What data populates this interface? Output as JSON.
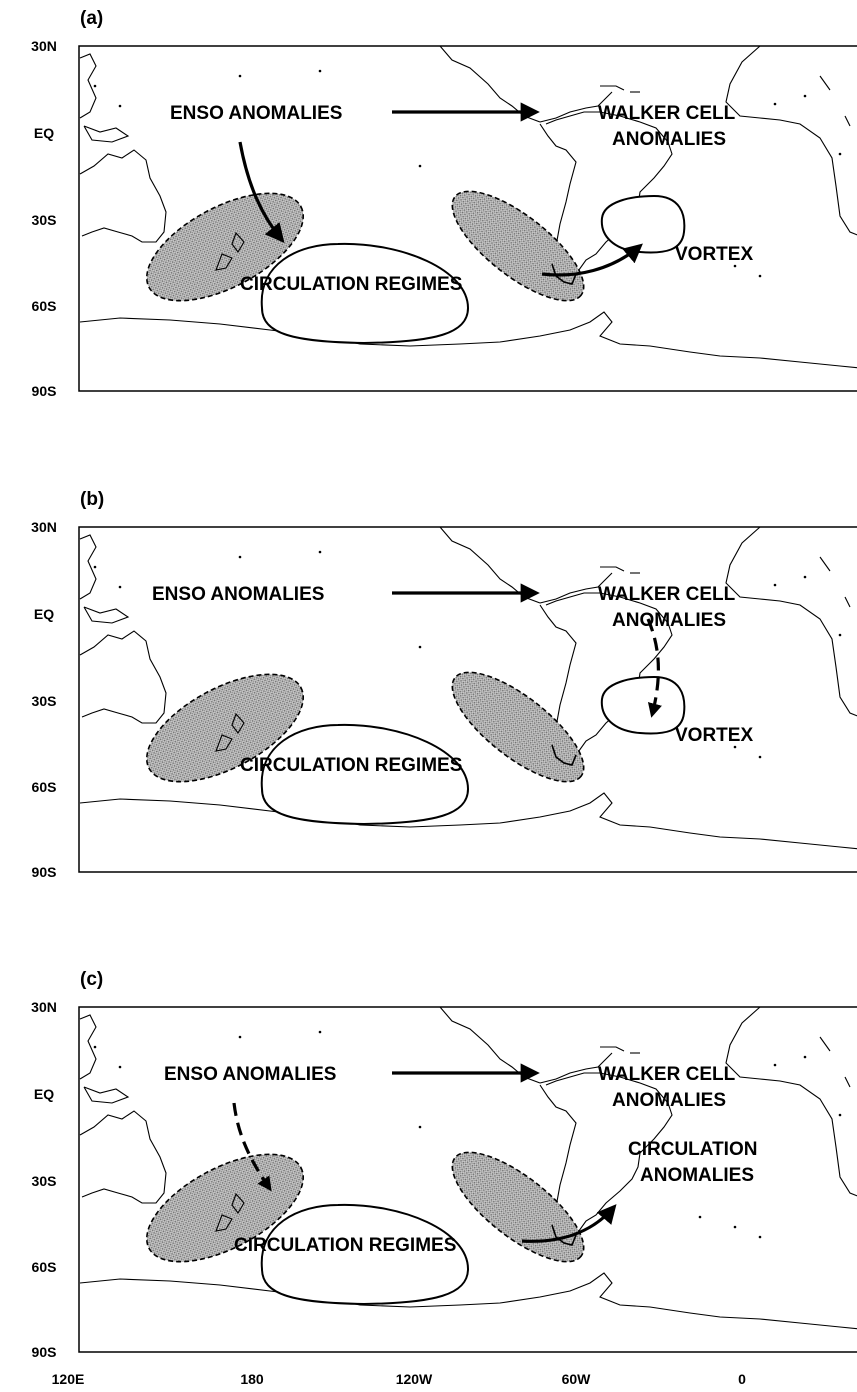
{
  "panels": [
    {
      "tag": "(a)",
      "enso": "ENSO ANOMALIES",
      "walker_1": "WALKER CELL",
      "walker_2": "ANOMALIES",
      "regimes": "CIRCULATION REGIMES",
      "right_1": "VORTEX",
      "right_2": ""
    },
    {
      "tag": "(b)",
      "enso": "ENSO ANOMALIES",
      "walker_1": "WALKER CELL",
      "walker_2": "ANOMALIES",
      "regimes": "CIRCULATION REGIMES",
      "right_1": "VORTEX",
      "right_2": ""
    },
    {
      "tag": "(c)",
      "enso": "ENSO ANOMALIES",
      "walker_1": "WALKER CELL",
      "walker_2": "ANOMALIES",
      "regimes": "CIRCULATION REGIMES",
      "right_1": "CIRCULATION",
      "right_2": "ANOMALIES"
    }
  ],
  "lat_labels": [
    "30N",
    "EQ",
    "30S",
    "60S",
    "90S"
  ],
  "lon_labels": [
    "120E",
    "180",
    "120W",
    "60W",
    "0"
  ],
  "colors": {
    "shading": "#9a9a9a",
    "ink": "#000000"
  }
}
